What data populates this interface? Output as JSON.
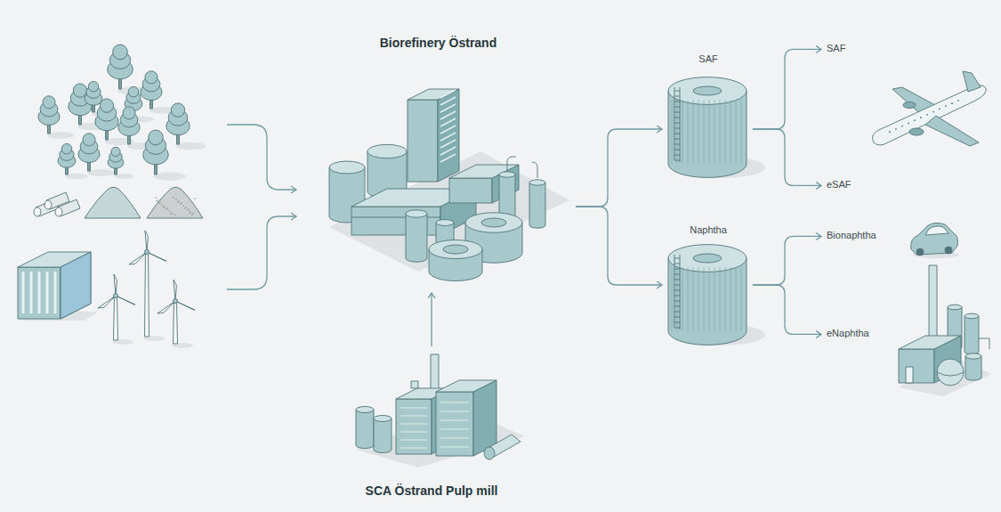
{
  "diagram": {
    "nodes": [
      {
        "text": [
          "Biorefinery Östrand"
        ]
      },
      {
        "text": [
          "SAF"
        ]
      },
      {
        "text": [
          "SAF"
        ]
      },
      {
        "text": [
          "eSAF"
        ]
      },
      {
        "text": [
          "Naphtha"
        ]
      },
      {
        "text": [
          "Bionaphtha"
        ]
      },
      {
        "text": [
          "eNaphtha"
        ]
      },
      {
        "text": [
          "SCA Östrand Pulp mill"
        ]
      }
    ],
    "edges": [
      {
        "from": 7,
        "to": 0,
        "arrow": "to"
      },
      {
        "from": 0,
        "to": 1,
        "arrow": "to"
      },
      {
        "from": 0,
        "to": 4,
        "arrow": "to"
      },
      {
        "from": 1,
        "to": 2,
        "arrow": "to"
      },
      {
        "from": 1,
        "to": 3,
        "arrow": "to"
      },
      {
        "from": 4,
        "to": 5,
        "arrow": "to"
      },
      {
        "from": 4,
        "to": 6,
        "arrow": "to"
      }
    ]
  }
}
